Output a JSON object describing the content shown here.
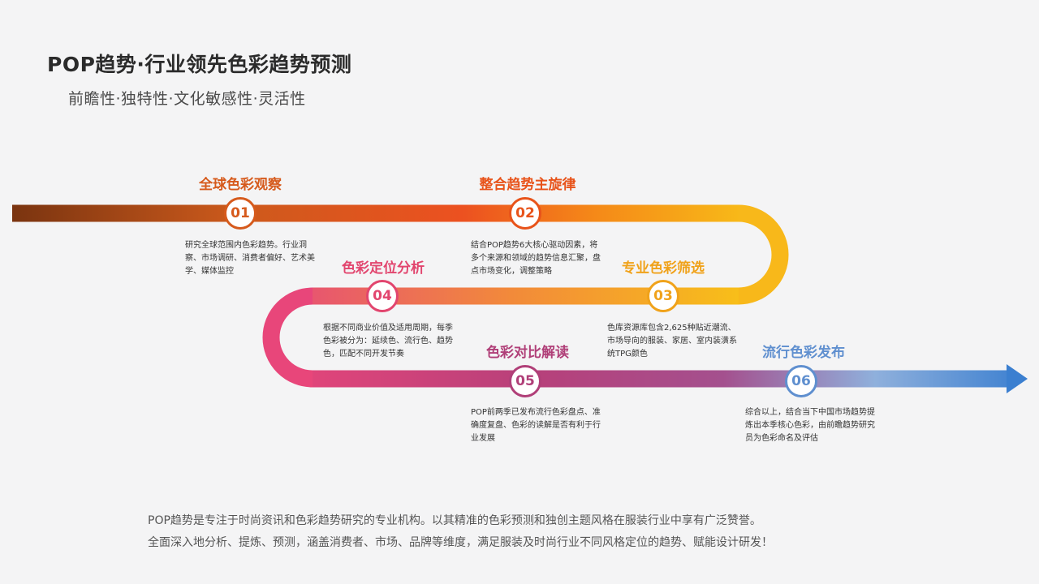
{
  "title": "POP趋势·行业领先色彩趋势预测",
  "subtitle": "前瞻性·独特性·文化敏感性·灵活性",
  "steps": [
    {
      "number": "01",
      "title": "全球色彩观察",
      "desc": "研究全球范围内色彩趋势。行业洞察、市场调研、消费者偏好、艺术美学、媒体监控",
      "color": "#d65a1c"
    },
    {
      "number": "02",
      "title": "整合趋势主旋律",
      "desc": "结合POP趋势6大核心驱动因素，将多个来源和领域的趋势信息汇聚，盘点市场变化，调整策略",
      "color": "#e8531a"
    },
    {
      "number": "03",
      "title": "专业色彩筛选",
      "desc": "色库资源库包含2,625种贴近潮流、市场导向的服装、家居、室内装潢系统TPG颜色",
      "color": "#f0a21a"
    },
    {
      "number": "04",
      "title": "色彩定位分析",
      "desc": "根据不同商业价值及适用周期，每季色彩被分为：延续色、流行色、趋势色，匹配不同开发节奏",
      "color": "#e2456e"
    },
    {
      "number": "05",
      "title": "色彩对比解读",
      "desc": "POP前两季已发布流行色彩盘点、准确度复盘、色彩的读解是否有利于行业发展",
      "color": "#b03f78"
    },
    {
      "number": "06",
      "title": "流行色彩发布",
      "desc": "综合以上，结合当下中国市场趋势提炼出本季核心色彩，由前瞻趋势研究员为色彩命名及评估",
      "color": "#5f8fcf"
    }
  ],
  "footer": {
    "line1": "POP趋势是专注于时尚资讯和色彩趋势研究的专业机构。以其精准的色彩预测和独创主题风格在服装行业中享有广泛赞誉。",
    "line2": "全面深入地分析、提炼、预测，涵盖消费者、市场、品牌等维度，满足服装及时尚行业不同风格定位的趋势、赋能设计研发！"
  }
}
